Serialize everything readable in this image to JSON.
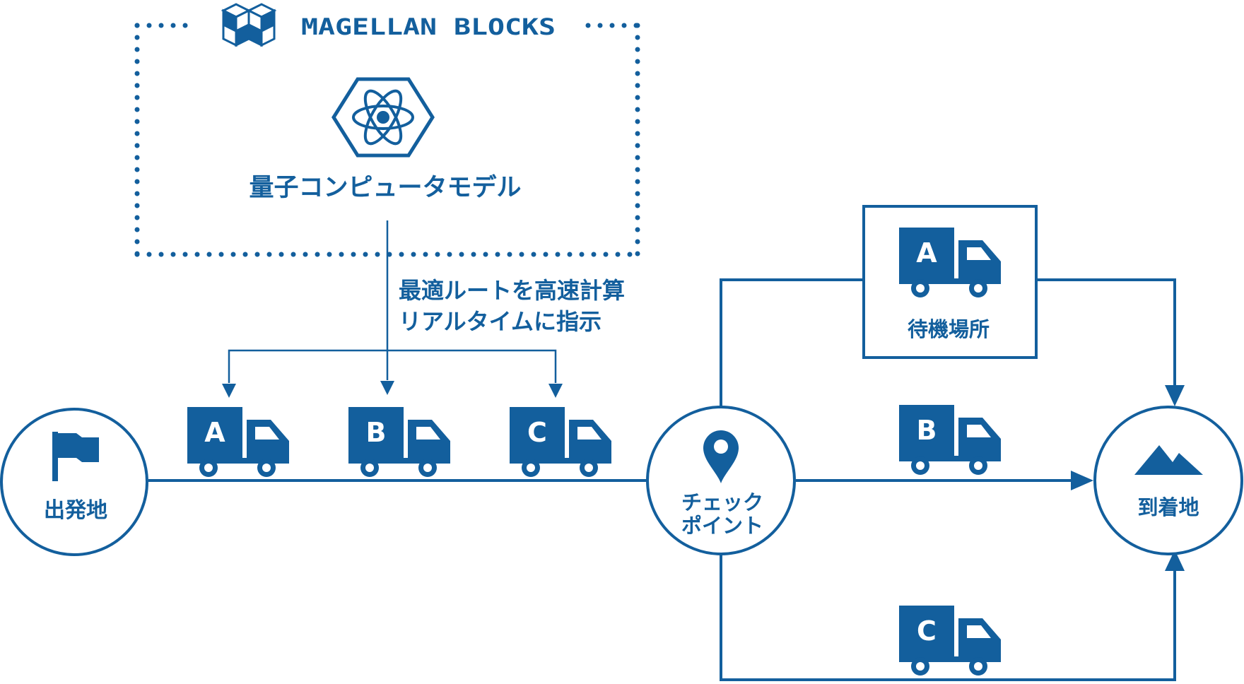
{
  "colors": {
    "primary": "#135f9d",
    "background": "#ffffff"
  },
  "logo": {
    "text": "MAGELLAN BLOCKS"
  },
  "model": {
    "label": "量子コンピュータモデル",
    "icon": "atom-hexagon-icon"
  },
  "instruction": {
    "line1": "最適ルートを高速計算",
    "line2": "リアルタイムに指示"
  },
  "nodes": {
    "start": {
      "label": "出発地",
      "icon": "flag-icon"
    },
    "checkpoint": {
      "line1": "チェック",
      "line2": "ポイント",
      "icon": "map-pin-icon"
    },
    "destination": {
      "label": "到着地",
      "icon": "mountain-icon"
    },
    "waiting": {
      "label": "待機場所"
    }
  },
  "trucks": {
    "start_a": "A",
    "start_b": "B",
    "start_c": "C",
    "wait_a": "A",
    "direct_b": "B",
    "bottom_c": "C"
  }
}
